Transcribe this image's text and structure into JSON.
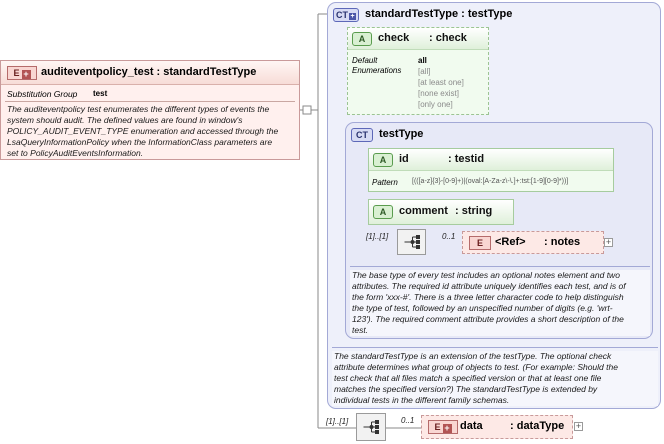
{
  "element": {
    "badge": "E",
    "title": "auditeventpolicy_test : standardTestType",
    "substitution_label": "Substitution Group",
    "substitution_value": "test",
    "doc": [
      "The auditeventpolicy test enumerates the different types of events the",
      "system should audit.  The defined values are found in window's",
      "POLICY_AUDIT_EVENT_TYPE enumeration and accessed through the",
      "LsaQueryInformationPolicy when the InformationClass parameters are",
      "set to PolicyAuditEventsInformation."
    ]
  },
  "outer_type": {
    "badge": "CT",
    "title": "standardTestType : testType",
    "doc": [
      "The standardTestType is an extension of the testType.  The optional check",
      "attribute determines what group of objects to test.  (For example: Should the",
      "test check that all files match a specified version or that at least one file",
      "matches the specified version?)  The standardTestType is extended by",
      "individual tests in the different family schemas."
    ]
  },
  "check_attr": {
    "badge": "A",
    "name": "check",
    "type": ": check",
    "default_label": "Default",
    "default_value": "all",
    "enum_label": "Enumerations",
    "enum_values": [
      "[all]",
      "[at least one]",
      "[none exist]",
      "[only one]"
    ]
  },
  "inner_type": {
    "badge": "CT",
    "title": "testType",
    "doc": [
      "The base type of every test includes an optional notes element and two",
      "attributes.  The required id attribute uniquely identifies each test, and is of",
      "the form 'xxx-#'.  There is a three letter character code to help distinguish",
      "the type of test, followed by an unspecified number of digits (e.g. 'wrt-",
      "123').  The required comment attribute provides a short description of the",
      "test."
    ]
  },
  "id_attr": {
    "badge": "A",
    "name": "id",
    "type": ": testid",
    "pattern_label": "Pattern",
    "pattern_value": "[(([a-z]{3}-[0-9]+)|(oval:[A-Za-z\\-\\.]+:tst:[1-9][0-9]*))]"
  },
  "comment_attr": {
    "badge": "A",
    "name": "comment",
    "type": ": string"
  },
  "notes_seq": {
    "mult": "[1]..[1]",
    "ref_mult": "0..1",
    "ref_badge": "E",
    "ref_name": "<Ref>",
    "ref_type": ": notes",
    "expand": "+"
  },
  "data_seq": {
    "mult": "[1]..[1]",
    "ref_mult": "0..1",
    "ref_badge": "E",
    "ref_name": "data",
    "ref_type": ": dataType",
    "expand": "+"
  },
  "colors": {
    "element_fill": "#fff0ee",
    "complex_type_fill": "#eef0fa",
    "attribute_fill": "#f1fbef"
  }
}
